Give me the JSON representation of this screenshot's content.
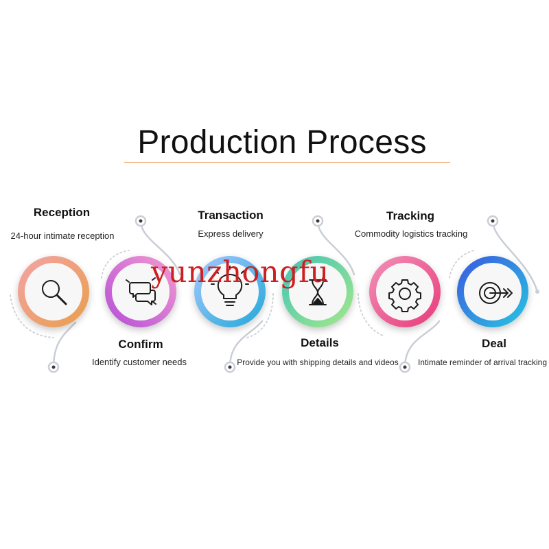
{
  "title": "Production Process",
  "watermark": "yunzhongfu",
  "steps": [
    {
      "title": "Reception",
      "desc": "24-hour intimate reception",
      "icon": "magnifier-icon",
      "colors": [
        "#f4a2a6",
        "#e8a04a"
      ]
    },
    {
      "title": "Confirm",
      "desc": "Identify customer needs",
      "icon": "chat-bubbles-icon",
      "colors": [
        "#b44fd8",
        "#f49bd0"
      ]
    },
    {
      "title": "Transaction",
      "desc": "Express delivery",
      "icon": "lightbulb-icon",
      "colors": [
        "#22a8d8",
        "#a6c8ff"
      ]
    },
    {
      "title": "Details",
      "desc": "Provide you with shipping details and videos",
      "icon": "hourglass-icon",
      "colors": [
        "#3fc4b8",
        "#a6e88a"
      ]
    },
    {
      "title": "Tracking",
      "desc": "Commodity logistics tracking",
      "icon": "gear-icon",
      "colors": [
        "#e83a7a",
        "#f291b8"
      ]
    },
    {
      "title": "Deal",
      "desc": "Intimate reminder of arrival tracking",
      "icon": "target-icon",
      "colors": [
        "#3a58e0",
        "#29c6e0"
      ]
    }
  ]
}
